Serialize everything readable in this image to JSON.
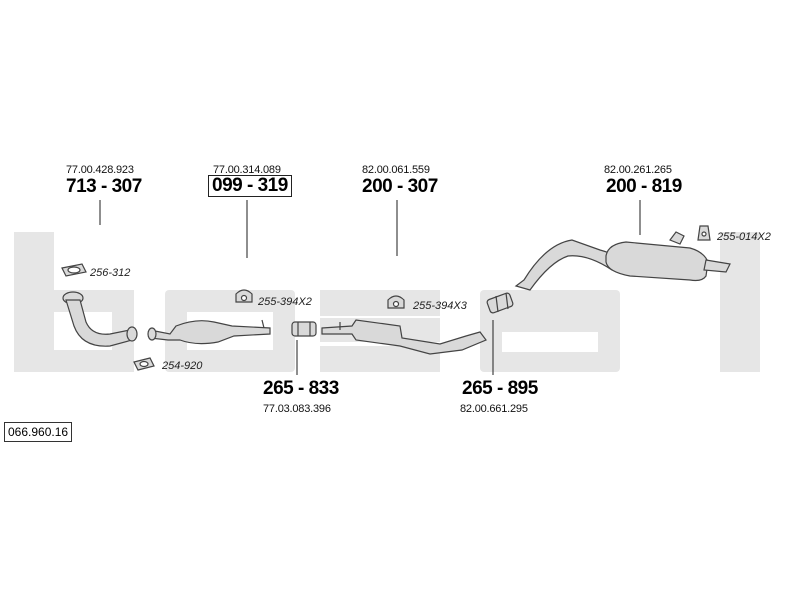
{
  "watermark": "bosal",
  "reference": "066.960.16",
  "colors": {
    "watermark": "#e4e4e4",
    "part_fill": "#d9d9d9",
    "part_stroke": "#444444",
    "text": "#111111"
  },
  "parts": [
    {
      "oem": "77.00.428.923",
      "number": "713 - 307",
      "boxed": false
    },
    {
      "oem": "77.00.314.089",
      "number": "099 - 319",
      "boxed": true
    },
    {
      "oem": "82.00.061.559",
      "number": "200 - 307",
      "boxed": false
    },
    {
      "oem": "82.00.261.265",
      "number": "200 - 819",
      "boxed": false
    },
    {
      "oem": "77.03.083.396",
      "number": "265 - 833",
      "boxed": false
    },
    {
      "oem": "82.00.661.295",
      "number": "265 - 895",
      "boxed": false
    }
  ],
  "accessories": [
    {
      "code": "256-312",
      "icon": "gasket-icon"
    },
    {
      "code": "254-920",
      "icon": "gasket-icon"
    },
    {
      "code": "255-394X2",
      "icon": "rubber-mount-icon"
    },
    {
      "code": "255-394X3",
      "icon": "rubber-mount-icon"
    },
    {
      "code": "255-014X2",
      "icon": "rubber-mount-icon"
    }
  ]
}
